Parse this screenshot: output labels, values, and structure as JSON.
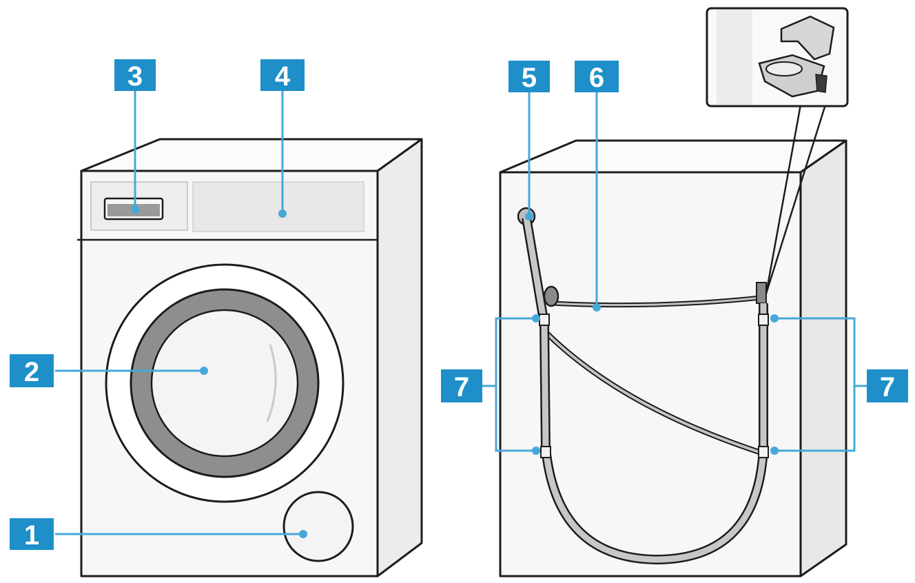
{
  "figure": {
    "views": [
      "front-view",
      "rear-view"
    ],
    "callouts": [
      {
        "id": "c1",
        "label": "1"
      },
      {
        "id": "c2",
        "label": "2"
      },
      {
        "id": "c3",
        "label": "3"
      },
      {
        "id": "c4",
        "label": "4"
      },
      {
        "id": "c5",
        "label": "5"
      },
      {
        "id": "c6",
        "label": "6"
      },
      {
        "id": "c7a",
        "label": "7"
      },
      {
        "id": "c7b",
        "label": "7"
      }
    ],
    "colors": {
      "callout_fill": "#1e8fc8",
      "leader_line": "#46a8d8",
      "outline": "#1c1c1c",
      "appliance_body": "#f7f7f7",
      "shade": "#e6e6e6",
      "hose": "#bfbfbf"
    }
  }
}
